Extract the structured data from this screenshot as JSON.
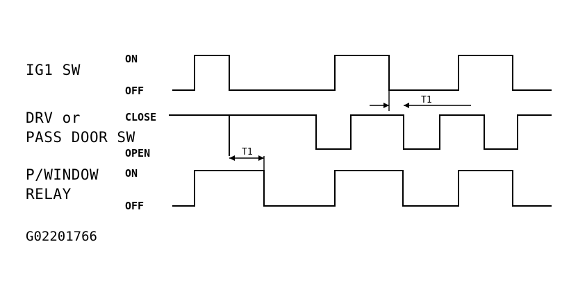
{
  "signals": {
    "ig1": {
      "name": "IG1 SW",
      "high_label": "ON",
      "low_label": "OFF"
    },
    "door": {
      "name_line1": "DRV or",
      "name_line2": "PASS DOOR SW",
      "high_label": "CLOSE",
      "low_label": "OPEN"
    },
    "relay": {
      "name_line1": "P/WINDOW",
      "name_line2": "RELAY",
      "high_label": "ON",
      "low_label": "OFF"
    }
  },
  "timing": {
    "interval_label": "T1"
  },
  "figure_id": "G02201766"
}
